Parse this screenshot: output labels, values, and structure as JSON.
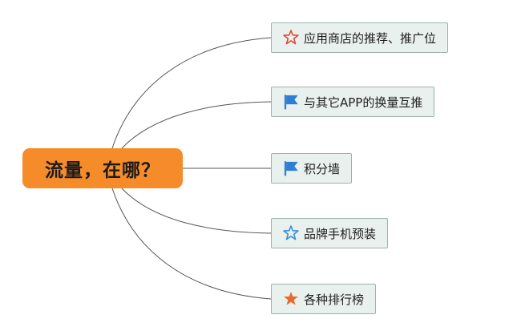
{
  "central_topic": "流量，在哪？",
  "colors": {
    "central_fill": "#f68b2a",
    "node_fill": "#e9f1ee",
    "node_border": "#9fb0ad",
    "connector": "#555555"
  },
  "branches": [
    {
      "label": "应用商店的推荐、推广位",
      "icon": "star-outline-icon",
      "icon_color": "#e04a3b"
    },
    {
      "label": "与其它APP的换量互推",
      "icon": "flag-icon",
      "icon_color": "#2f7ed6"
    },
    {
      "label": "积分墙",
      "icon": "flag-icon",
      "icon_color": "#2f7ed6"
    },
    {
      "label": "品牌手机预装",
      "icon": "star-outline-icon",
      "icon_color": "#3a8fd9"
    },
    {
      "label": "各种排行榜",
      "icon": "star-filled-icon",
      "icon_color": "#e96a2e"
    }
  ]
}
